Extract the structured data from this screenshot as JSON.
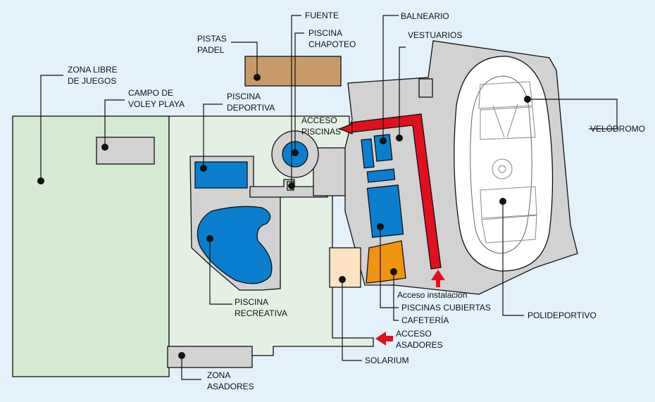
{
  "colors": {
    "background": "#e3f1fb",
    "green_area": "#d5ead3",
    "pool_area": "#e4f0e3",
    "pool_water": "#0a7fcf",
    "building": "#d2d2d2",
    "access": "#e0101e",
    "padel": "#c79b69",
    "cafeteria": "#f0930f",
    "solarium": "#fbe3c3",
    "velodrome": "#ffffff"
  },
  "labels": {
    "zona_libre_1": "ZONA LIBRE",
    "zona_libre_2": "DE JUEGOS",
    "campo_voley_1": "CAMPO DE",
    "campo_voley_2": "VOLEY PLAYA",
    "pistas_padel_1": "PISTAS",
    "pistas_padel_2": "PADEL",
    "fuente": "FUENTE",
    "piscina_chapoteo_1": "PISCINA",
    "piscina_chapoteo_2": "CHAPOTEO",
    "piscina_deportiva_1": "PISCINA",
    "piscina_deportiva_2": "DEPORTIVA",
    "acceso_piscinas_1": "ACCESO",
    "acceso_piscinas_2": "PISCINAS",
    "balneario": "BALNEARIO",
    "vestuarios": "VESTUARIOS",
    "velodromo": "VELÓDROMO",
    "piscina_recreativa_1": "PISCINA",
    "piscina_recreativa_2": "RECREATIVA",
    "acceso_instalacion": "Acceso instalación",
    "piscinas_cubiertas": "PISCINAS CUBIERTAS",
    "cafeteria": "CAFETERÍA",
    "polideportivo": "POLIDEPORTIVO",
    "acceso_asadores_1": "ACCESO",
    "acceso_asadores_2": "ASADORES",
    "solarium": "SOLARIUM",
    "zona_asadores_1": "ZONA",
    "zona_asadores_2": "ASADORES"
  }
}
